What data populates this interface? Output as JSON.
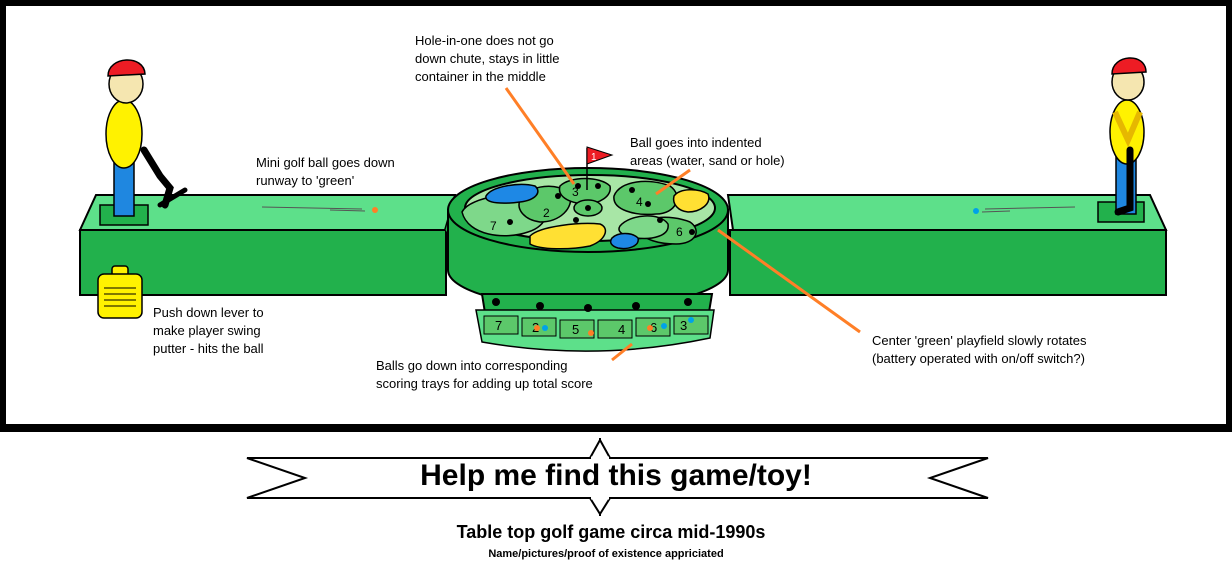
{
  "annotations": {
    "hole_in_one": [
      "Hole-in-one does not go",
      "down chute, stays in little",
      "container in the middle"
    ],
    "ball_indented": [
      "Ball goes into indented",
      "areas (water, sand or hole)"
    ],
    "runway": [
      "Mini golf ball goes down",
      "runway to 'green'"
    ],
    "lever": [
      "Push down lever to",
      "make player swing",
      "putter - hits the ball"
    ],
    "trays": [
      "Balls go down into corresponding",
      "scoring trays for adding up total score"
    ],
    "rotates": [
      "Center 'green' playfield slowly rotates",
      "(battery operated with on/off switch?)"
    ]
  },
  "flag_number": "1",
  "hole_numbers": [
    "2",
    "4",
    "7",
    "3",
    "6"
  ],
  "tray_numbers": [
    "7",
    "2",
    "5",
    "4",
    "6",
    "3"
  ],
  "banner": {
    "text": "Help me find this game/toy!"
  },
  "subtitle": "Table top golf game circa mid-1990s",
  "subnote": "Name/pictures/proof of existence appriciated",
  "colors": {
    "frame": "#000000",
    "background": "#ffffff",
    "runway_top": "#5de08a",
    "runway_side": "#22b14c",
    "green_rough": "#a8e6a6",
    "water": "#1e88e5",
    "sand": "#ffe033",
    "player_cap": "#ed1c24",
    "player_shirt": "#fff200",
    "player_legs": "#1f87e0",
    "pointer": "#ff7f27",
    "ball_orange": "#ff7f27",
    "ball_blue": "#00a2e8"
  }
}
